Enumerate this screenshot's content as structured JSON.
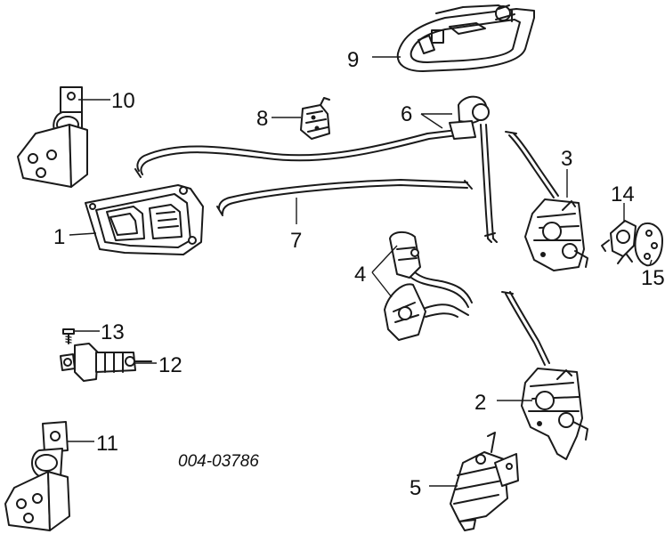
{
  "callouts": {
    "c1": "1",
    "c2": "2",
    "c3": "3",
    "c4": "4",
    "c5": "5",
    "c6": "6",
    "c7": "7",
    "c8": "8",
    "c9": "9",
    "c10": "10",
    "c11": "11",
    "c12": "12",
    "c13": "13",
    "c14": "14",
    "c15": "15"
  },
  "reference_code": "004-03786",
  "colors": {
    "line": "#1a1a1a",
    "background": "#ffffff"
  }
}
